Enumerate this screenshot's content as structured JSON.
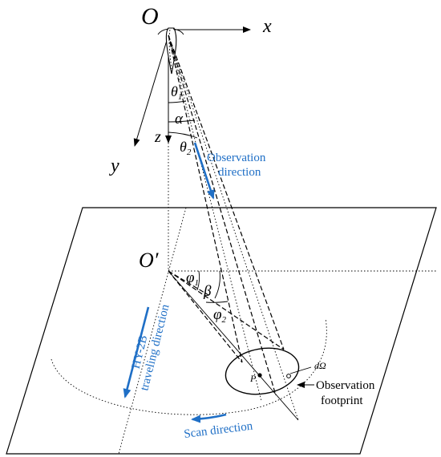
{
  "labels": {
    "origin": "O",
    "origin_prime": "O′",
    "x_axis": "x",
    "y_axis": "y",
    "z_axis": "z",
    "theta1": "θ",
    "theta1_sub": "1",
    "theta2": "θ",
    "theta2_sub": "2",
    "alpha": "α",
    "phi1": "φ",
    "phi1_sub": "1",
    "phi2": "φ",
    "phi2_sub": "2",
    "beta": "β",
    "point_p": "P",
    "d_omega": "dΩ",
    "observation_direction": [
      "Observation",
      "direction"
    ],
    "traveling_direction": [
      "HY-2B",
      "traveling direction"
    ],
    "scan_direction": "Scan direction",
    "observation_footprint": [
      "Observation",
      "footprint"
    ]
  },
  "colors": {
    "ink": "#000000",
    "accent": "#1f6fc6"
  }
}
